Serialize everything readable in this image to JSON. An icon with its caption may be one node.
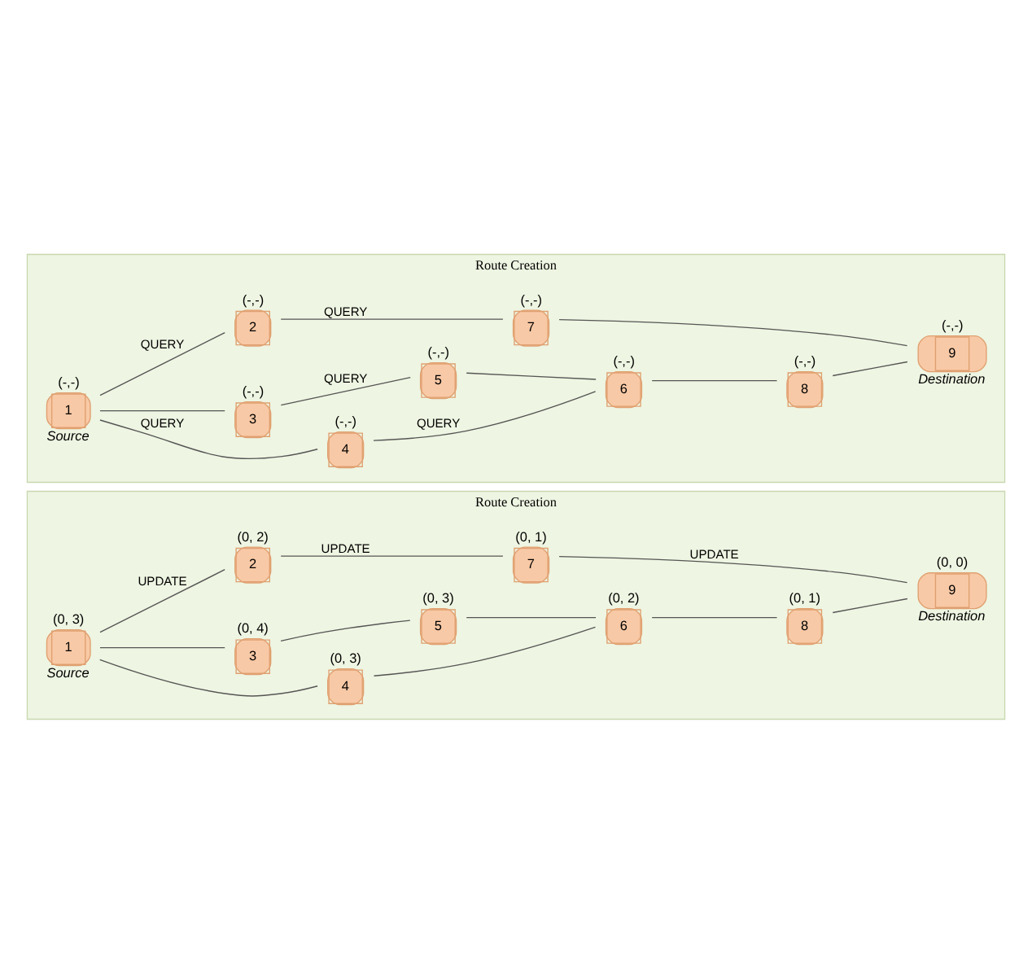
{
  "diagram": {
    "nodes": [
      {
        "text": [
          "Route Creation"
        ]
      },
      {
        "text": [
          "1"
        ],
        "in": 0,
        "beside": [
          "(-,-)",
          "Source"
        ]
      },
      {
        "text": [
          "2"
        ],
        "in": 0,
        "beside": [
          "(-,-)"
        ]
      },
      {
        "text": [
          "3"
        ],
        "in": 0,
        "beside": [
          "(-,-)"
        ]
      },
      {
        "text": [
          "4"
        ],
        "in": 0,
        "beside": [
          "(-,-)"
        ]
      },
      {
        "text": [
          "5"
        ],
        "in": 0,
        "beside": [
          "(-,-)"
        ]
      },
      {
        "text": [
          "6"
        ],
        "in": 0,
        "beside": [
          "(-,-)"
        ]
      },
      {
        "text": [
          "7"
        ],
        "in": 0,
        "beside": [
          "(-,-)"
        ]
      },
      {
        "text": [
          "8"
        ],
        "in": 0,
        "beside": [
          "(-,-)"
        ]
      },
      {
        "text": [
          "9"
        ],
        "in": 0,
        "beside": [
          "(-,-)",
          "Destination"
        ]
      },
      {
        "text": [
          "Route Creation"
        ]
      },
      {
        "text": [
          "1"
        ],
        "in": 10,
        "beside": [
          "(0, 3)",
          "Source"
        ]
      },
      {
        "text": [
          "2"
        ],
        "in": 10,
        "beside": [
          "(0, 2)"
        ]
      },
      {
        "text": [
          "3"
        ],
        "in": 10,
        "beside": [
          "(0, 4)"
        ]
      },
      {
        "text": [
          "4"
        ],
        "in": 10,
        "beside": [
          "(0, 3)"
        ]
      },
      {
        "text": [
          "5"
        ],
        "in": 10,
        "beside": [
          "(0, 3)"
        ]
      },
      {
        "text": [
          "6"
        ],
        "in": 10,
        "beside": [
          "(0, 2)"
        ]
      },
      {
        "text": [
          "7"
        ],
        "in": 10,
        "beside": [
          "(0, 1)"
        ]
      },
      {
        "text": [
          "8"
        ],
        "in": 10,
        "beside": [
          "(0, 1)"
        ]
      },
      {
        "text": [
          "9"
        ],
        "in": 10,
        "beside": [
          "(0, 0)",
          "Destination"
        ]
      }
    ],
    "edges": [
      {
        "from": 1,
        "to": 2,
        "arrow": "none",
        "label": "QUERY"
      },
      {
        "from": 2,
        "to": 7,
        "arrow": "none",
        "label": "QUERY"
      },
      {
        "from": 7,
        "to": 9,
        "arrow": "none"
      },
      {
        "from": 1,
        "to": 3,
        "arrow": "none"
      },
      {
        "from": 3,
        "to": 5,
        "arrow": "none",
        "label": "QUERY"
      },
      {
        "from": 5,
        "to": 6,
        "arrow": "none"
      },
      {
        "from": 1,
        "to": 4,
        "arrow": "none",
        "label": "QUERY"
      },
      {
        "from": 4,
        "to": 6,
        "arrow": "none",
        "label": "QUERY"
      },
      {
        "from": 6,
        "to": 8,
        "arrow": "none"
      },
      {
        "from": 8,
        "to": 9,
        "arrow": "none"
      },
      {
        "from": 11,
        "to": 12,
        "arrow": "none",
        "label": "UPDATE"
      },
      {
        "from": 12,
        "to": 17,
        "arrow": "none",
        "label": "UPDATE"
      },
      {
        "from": 17,
        "to": 19,
        "arrow": "none",
        "label": "UPDATE"
      },
      {
        "from": 11,
        "to": 13,
        "arrow": "none"
      },
      {
        "from": 13,
        "to": 15,
        "arrow": "none"
      },
      {
        "from": 15,
        "to": 16,
        "arrow": "none"
      },
      {
        "from": 11,
        "to": 14,
        "arrow": "none"
      },
      {
        "from": 14,
        "to": 16,
        "arrow": "none"
      },
      {
        "from": 16,
        "to": 18,
        "arrow": "none"
      },
      {
        "from": 18,
        "to": 19,
        "arrow": "none"
      }
    ]
  }
}
